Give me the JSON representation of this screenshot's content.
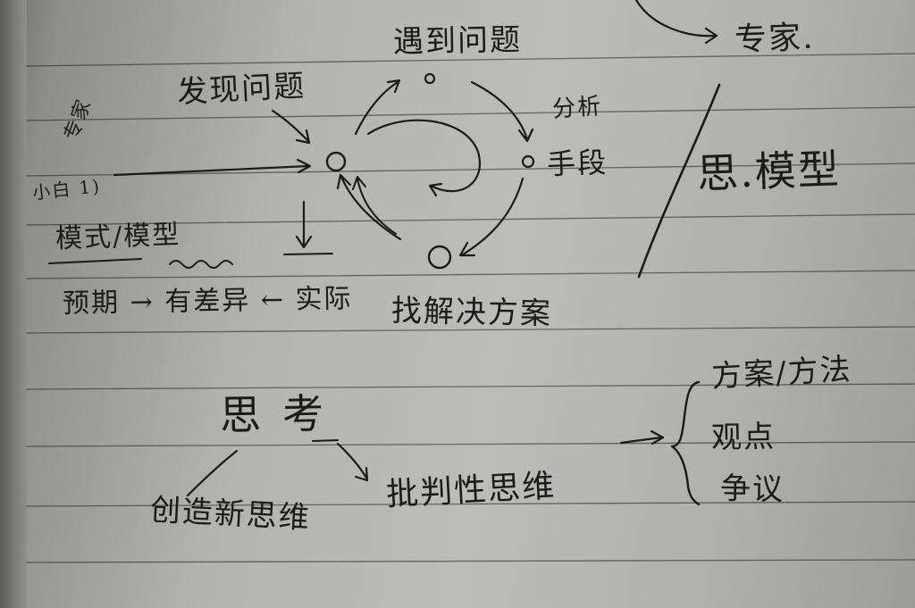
{
  "notebook": {
    "top_right_label": "专家.",
    "cycle": {
      "top_label": "遇到问题",
      "left_label": "发现问题",
      "right_upper_label": "分析",
      "right_label": "手段",
      "bottom_label": "找解决方案"
    },
    "left_side": {
      "margin_note_top": "专家",
      "margin_note_bottom": "小白 1)",
      "model_label": "模式/模型",
      "expectation_label": "预期 → 有差异 ← 实际"
    },
    "right_side": {
      "title": "思.模型"
    },
    "thinking": {
      "title": "思考",
      "creative_label": "创造新思维",
      "critical_label": "批判性思维",
      "list": [
        "方案/方法",
        "观点",
        "争议"
      ]
    }
  }
}
